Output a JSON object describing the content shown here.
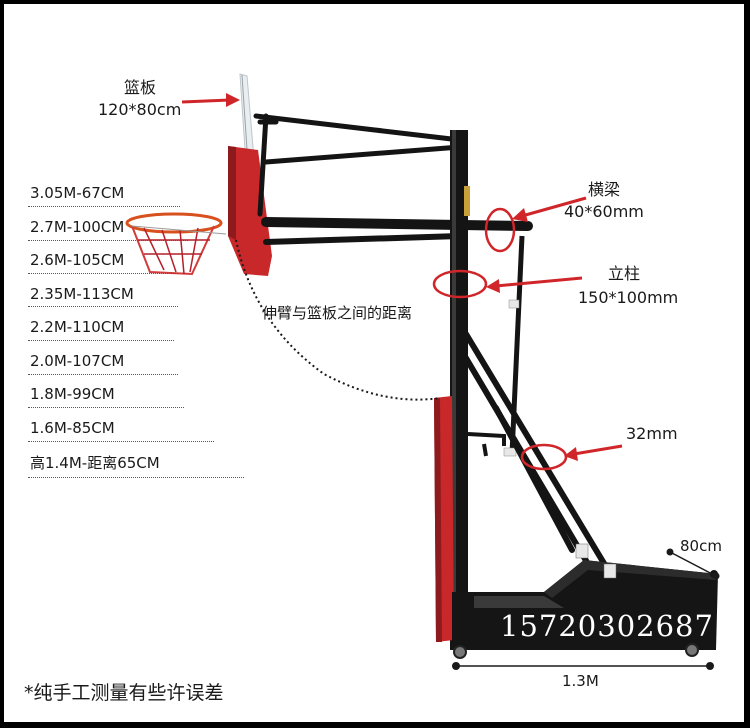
{
  "labels": {
    "backboard_name": "篮板",
    "backboard_size": "120*80cm",
    "beam_name": "横梁",
    "beam_size": "40*60mm",
    "column_name": "立柱",
    "column_size": "150*100mm",
    "arm_distance": "伸臂与篮板之间的距离",
    "tube_size": "32mm",
    "base_width": "80cm",
    "base_length": "1.3M",
    "phone": "15720302687",
    "disclaimer": "*纯手工测量有些许误差"
  },
  "specs": [
    "3.05M-67CM",
    "2.7M-100CM",
    "2.6M-105CM",
    "2.35M-113CM",
    "2.2M-110CM",
    "2.0M-107CM",
    "1.8M-99CM",
    "1.6M-85CM",
    "高1.4M-距离65CM"
  ],
  "colors": {
    "pad_red": "#c8282a",
    "arrow_red": "#d0262a",
    "frame_black": "#141414"
  },
  "icons": [
    "basketball-hoop-illustration",
    "arrow-icon",
    "circle-marker-icon"
  ]
}
